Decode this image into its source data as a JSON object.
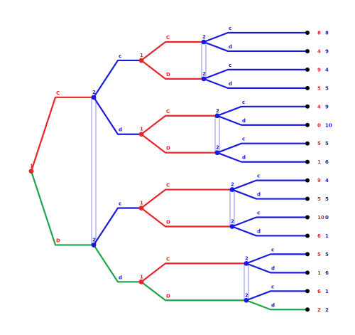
{
  "colors": {
    "player1": "#e8242b",
    "player2": "#1a1adf",
    "path": "#1fa34a",
    "terminal": "#000000",
    "info_set": "#6f6fe8"
  },
  "labels": {
    "player1_node": "1",
    "player2_node": "2",
    "p1_left": "C",
    "p1_right": "D",
    "p2_left": "c",
    "p2_right": "d"
  },
  "tree": {
    "actions": {
      "p1": [
        "C",
        "D"
      ],
      "p2": [
        "c",
        "d"
      ]
    },
    "rounds": 2,
    "equilibrium_path": [
      "D",
      "d",
      "D",
      "d"
    ],
    "payoffs": [
      [
        "8",
        "8"
      ],
      [
        "4",
        "9"
      ],
      [
        "9",
        "4"
      ],
      [
        "5",
        "5"
      ],
      [
        "4",
        "9"
      ],
      [
        "0",
        "10"
      ],
      [
        "5",
        "5"
      ],
      [
        "1",
        "6"
      ],
      [
        "9",
        "4"
      ],
      [
        "5",
        "5"
      ],
      [
        "10",
        "0"
      ],
      [
        "6",
        "1"
      ],
      [
        "5",
        "5"
      ],
      [
        "1",
        "6"
      ],
      [
        "6",
        "1"
      ],
      [
        "2",
        "2"
      ]
    ]
  }
}
